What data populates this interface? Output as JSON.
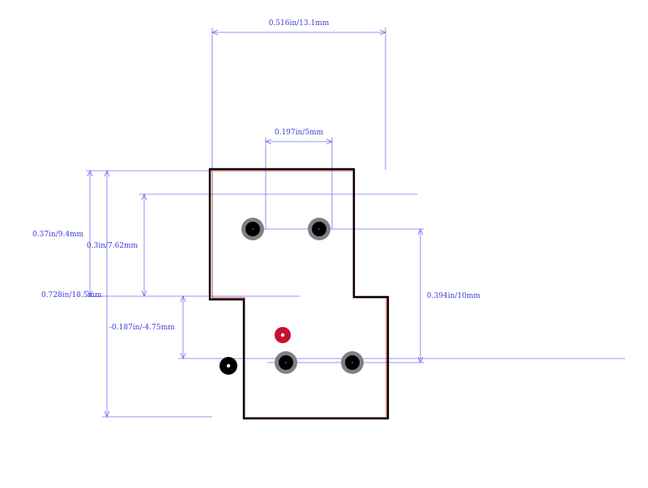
{
  "colors": {
    "dimension": "#6a6af0",
    "outline": "#000000",
    "silk": "#d04040",
    "pad_ring": "#808080",
    "pad_core": "#000000",
    "pin1_marker": "#c8102e",
    "origin_marker": "#000000"
  },
  "dimensions": {
    "overall_width": "0.516in/13.1mm",
    "pin_pitch": "0.197in/5mm",
    "height_upper": "0.37in/9.4mm",
    "height_lower": "0.3in/7.62mm",
    "overall_height": "0.728in/18.5mm",
    "row_spacing": "0.394in/10mm",
    "offset": "-0.187in/-4.75mm"
  },
  "pads": [
    {
      "name": "pad-1"
    },
    {
      "name": "pad-2"
    },
    {
      "name": "pad-3"
    },
    {
      "name": "pad-4"
    }
  ]
}
